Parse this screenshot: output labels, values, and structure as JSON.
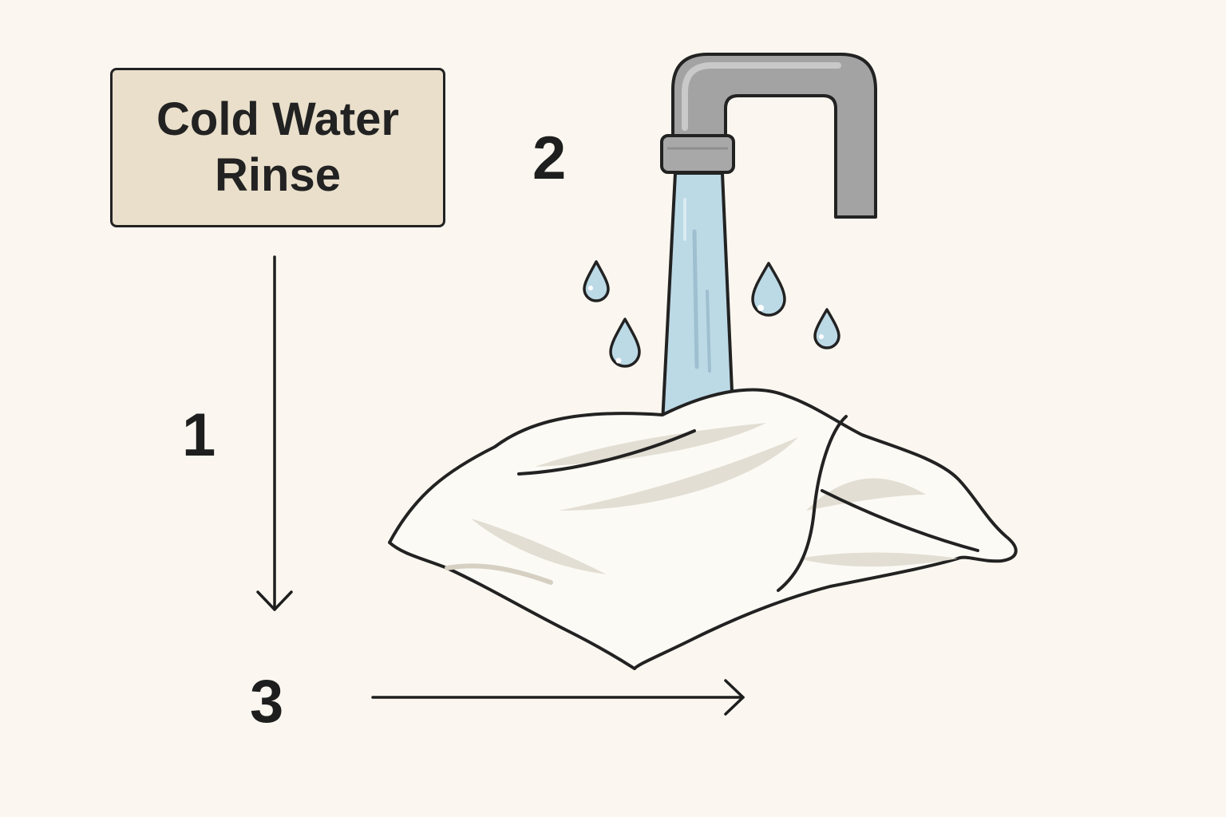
{
  "sign": {
    "line1": "Cold Water",
    "line2": "Rinse"
  },
  "steps": {
    "one": "1",
    "two": "2",
    "three": "3"
  },
  "icons": {
    "faucet": "faucet-icon",
    "water_stream": "water-stream-icon",
    "droplets": "water-droplet-icon",
    "cloth": "cloth-icon",
    "down_arrow": "arrow-down-icon",
    "right_arrow": "arrow-right-icon"
  },
  "colors": {
    "background": "#fbf7f0",
    "sign_fill": "#e9dfcb",
    "faucet": "#a3a3a3",
    "water": "#bcd9e6",
    "cloth": "#fbfaf5",
    "cloth_shadow": "#e3ded3",
    "ink": "#1e1e1e"
  }
}
